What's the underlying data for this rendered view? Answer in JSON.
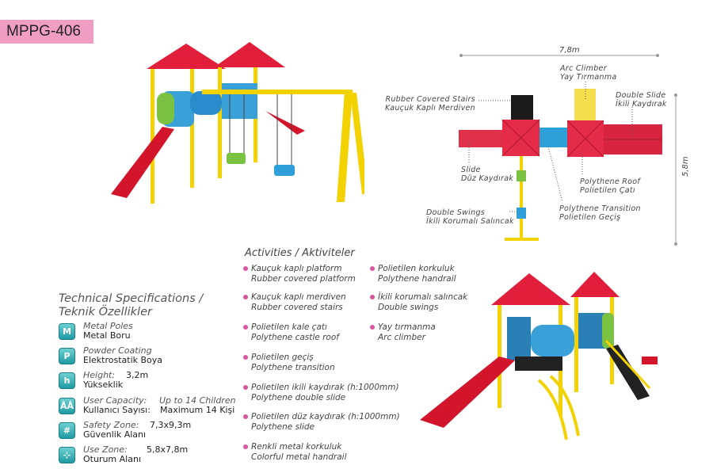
{
  "product_code": "MPPG-406",
  "plan": {
    "width": "7,8m",
    "depth": "5,8m",
    "labels": {
      "stairs": [
        "Rubber Covered Stairs",
        "Kauçuk Kaplı Merdiven"
      ],
      "arc": [
        "Arc Climber",
        "Yay Tırmanma"
      ],
      "double_slide": [
        "Double Slide",
        "İkili Kaydırak"
      ],
      "slide": [
        "Slide",
        "Düz Kaydırak"
      ],
      "roof": [
        "Polythene Roof",
        "Polietilen Çatı"
      ],
      "swings": [
        "Double Swings",
        "İkili Korumalı Salıncak"
      ],
      "transition": [
        "Polythene Transition",
        "Polietilen Geçiş"
      ]
    }
  },
  "specs": {
    "title1": "Technical Specifications /",
    "title2": "Teknik Özellikler",
    "items": [
      {
        "icon": "M",
        "en": "Metal Poles",
        "tr": "Metal Boru"
      },
      {
        "icon": "P",
        "en": "Powder Coating",
        "tr": "Elektrostatik Boya"
      },
      {
        "icon": "h",
        "en": "Height:",
        "tr": "Yükseklik",
        "v": "3,2m"
      },
      {
        "icon": "user",
        "en": "User Capacity:",
        "tr": "Kullanıcı Sayısı:",
        "v": "Up to 14 Children",
        "v2": "Maximum 14 Kişi"
      },
      {
        "icon": "safety",
        "en": "Safety Zone:",
        "tr": "Güvenlik Alanı",
        "v": "7,3x9,3m"
      },
      {
        "icon": "use",
        "en": "Use Zone:",
        "tr": "Oturum Alanı",
        "v": "5,8x7,8m"
      }
    ]
  },
  "activities": {
    "title": "Activities / Aktiviteler",
    "items": [
      [
        "Kauçuk kaplı platform",
        "Rubber covered platform"
      ],
      [
        "Kauçuk kaplı merdiven",
        "Rubber covered stairs"
      ],
      [
        "Polietilen kale çatı",
        "Polythene castle roof"
      ],
      [
        "Polietilen geçiş",
        "Polythene transition"
      ],
      [
        "Polietilen ikili kaydırak (h:1000mm)",
        "Polythene double slide"
      ],
      [
        "Polietilen düz kaydırak (h:1000mm)",
        "Polythene slide"
      ],
      [
        "Renkli metal korkuluk",
        "Colorful metal handrail"
      ],
      [
        "Polietilen korkuluk",
        "Polythene handrail"
      ],
      [
        "İkili korumalı salıncak",
        "Double swings"
      ],
      [
        "Yay tırmanma",
        "Arc climber"
      ]
    ]
  }
}
